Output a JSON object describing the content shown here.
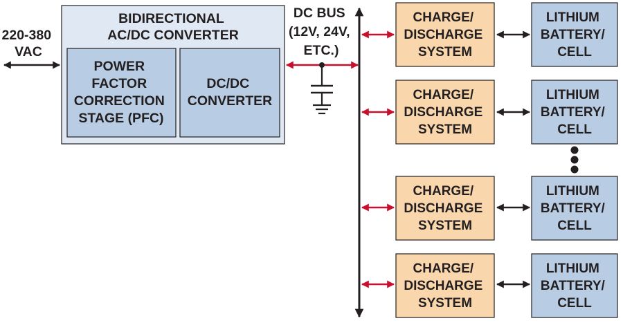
{
  "input_label": [
    "220-380",
    "VAC"
  ],
  "converter": {
    "title": [
      "BIDIRECTIONAL",
      "AC/DC CONVERTER"
    ],
    "pfc_label": [
      "POWER",
      "FACTOR",
      "CORRECTION",
      "STAGE (PFC)"
    ],
    "dcdc_label": [
      "DC/DC",
      "CONVERTER"
    ]
  },
  "dc_bus_label": [
    "DC BUS",
    "(12V, 24V,",
    "ETC.)"
  ],
  "channels": [
    {
      "charge_label": [
        "CHARGE/",
        "DISCHARGE",
        "SYSTEM"
      ],
      "cell_label": [
        "LITHIUM",
        "BATTERY/",
        "CELL"
      ]
    },
    {
      "charge_label": [
        "CHARGE/",
        "DISCHARGE",
        "SYSTEM"
      ],
      "cell_label": [
        "LITHIUM",
        "BATTERY/",
        "CELL"
      ]
    },
    {
      "charge_label": [
        "CHARGE/",
        "DISCHARGE",
        "SYSTEM"
      ],
      "cell_label": [
        "LITHIUM",
        "BATTERY/",
        "CELL"
      ]
    },
    {
      "charge_label": [
        "CHARGE/",
        "DISCHARGE",
        "SYSTEM"
      ],
      "cell_label": [
        "LITHIUM",
        "BATTERY/",
        "CELL"
      ]
    }
  ],
  "colors": {
    "converter_outer": "#dfe8f3",
    "converter_inner": "#b8cde3",
    "charge_box": "#f9d6ab",
    "cell_box": "#b8cde3",
    "bus_arrow": "#c8102e",
    "line": "#231f20"
  },
  "icons": [
    "capacitor-icon",
    "ground-icon",
    "ellipsis-dots-icon"
  ]
}
